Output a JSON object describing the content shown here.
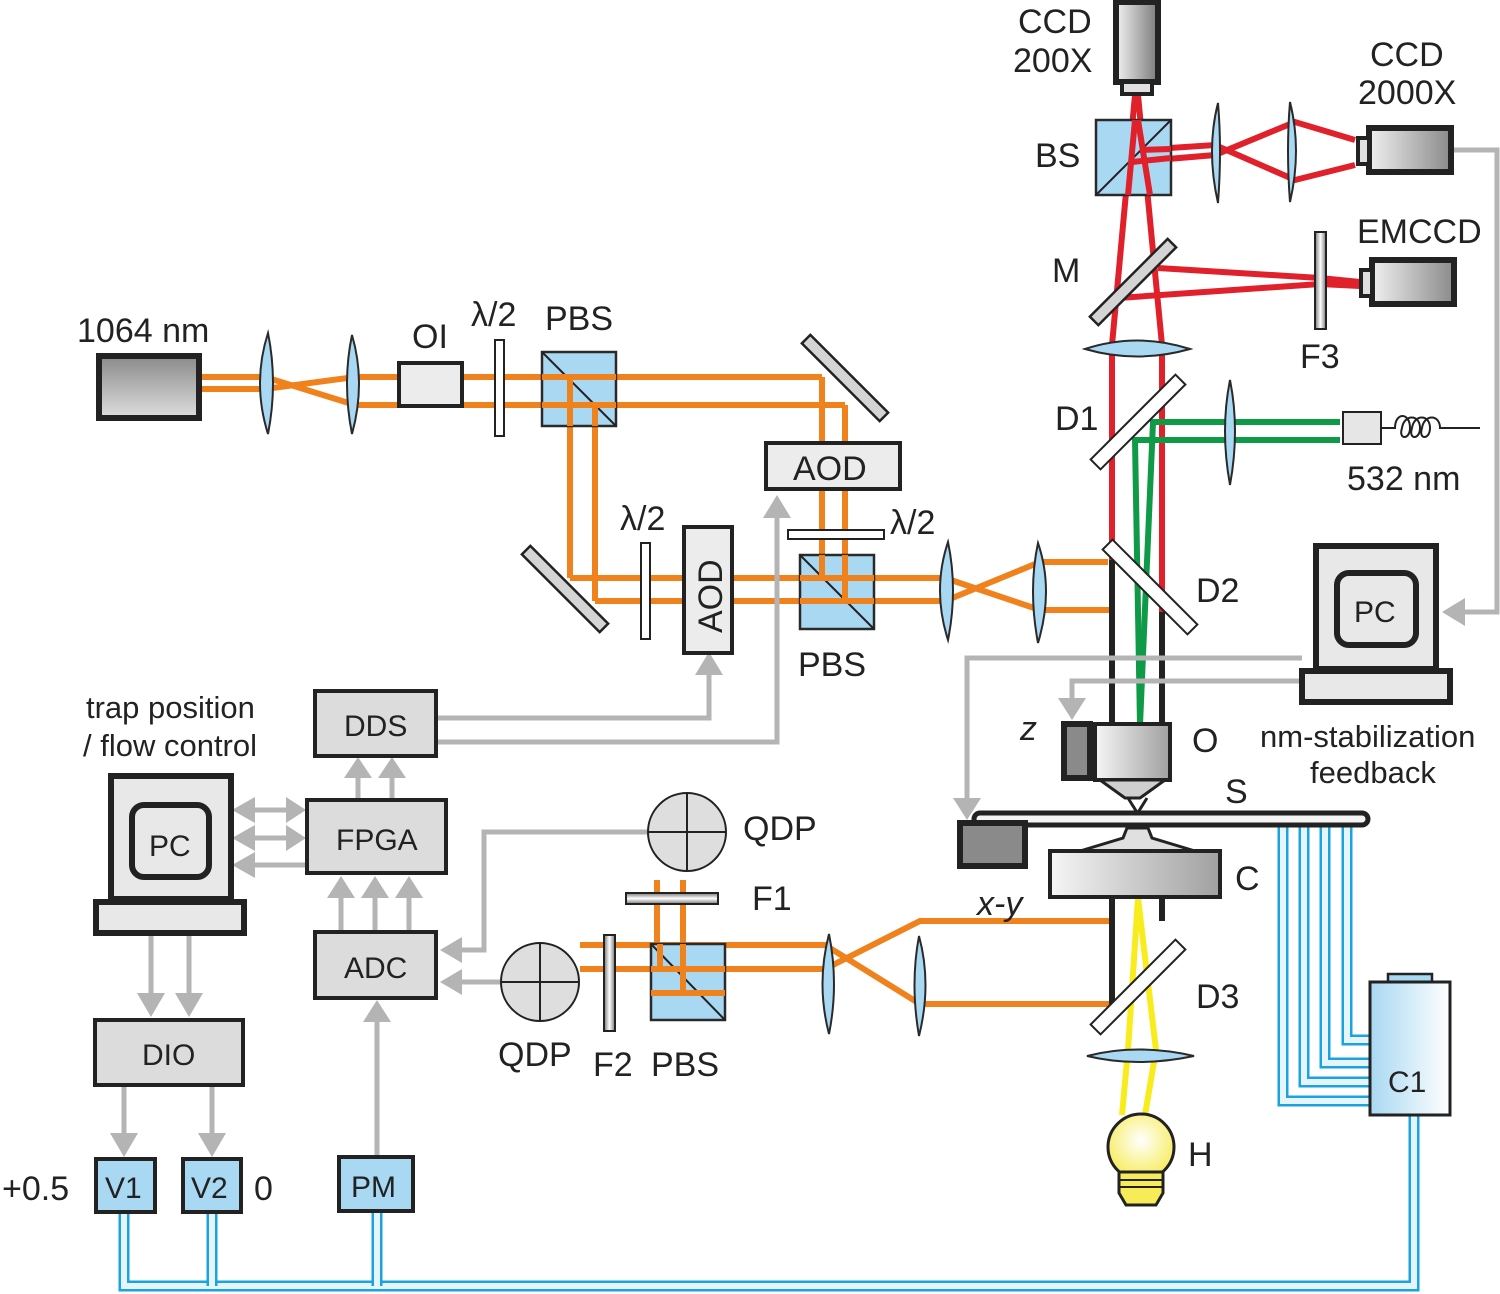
{
  "figure": {
    "title": "Optical tweezers setup schematic",
    "colors": {
      "ir_beam": "#f0821e",
      "red_beam": "#e0202a",
      "green_beam": "#0f9a48",
      "illumination": "#f8ec1c",
      "optics_blue": "#a9d8f2",
      "signal_wire": "#b4b4b4",
      "fluid_tubing": "#1aa3de",
      "electronics_box": "#dcdcdc"
    }
  },
  "sources": {
    "trap_laser": "1064 nm",
    "fluorescence_laser": "532 nm",
    "lamp": "H"
  },
  "optics": {
    "optical_isolator": "OI",
    "half_wave_plate": "λ/2",
    "pbs": "PBS",
    "aod": "AOD",
    "beam_splitter": "BS",
    "mirror": "M",
    "dichroic_1": "D1",
    "dichroic_2": "D2",
    "dichroic_3": "D3",
    "filter_1": "F1",
    "filter_2": "F2",
    "filter_3": "F3",
    "objective": "O",
    "condenser": "C",
    "sample": "S",
    "z_stage": "z",
    "xy_stage": "x-y"
  },
  "cameras": {
    "ccd_200x_line1": "CCD",
    "ccd_200x_line2": "200X",
    "ccd_2000x_line1": "CCD",
    "ccd_2000x_line2": "2000X",
    "emccd": "EMCCD"
  },
  "detectors": {
    "qdp": "QDP",
    "power_meter": "PM"
  },
  "electronics": {
    "dds": "DDS",
    "fpga": "FPGA",
    "adc": "ADC",
    "dio": "DIO",
    "pc_control": "PC",
    "pc_stabilization": "PC",
    "control_caption_line1": "trap position",
    "control_caption_line2": "/ flow control",
    "stabilization_caption_line1": "nm-stabilization",
    "stabilization_caption_line2": "feedback"
  },
  "fluidics": {
    "valve_1": "V1",
    "valve_2": "V2",
    "valve_1_value": "+0.5",
    "valve_2_value": "0",
    "chip_reservoir": "C1"
  }
}
